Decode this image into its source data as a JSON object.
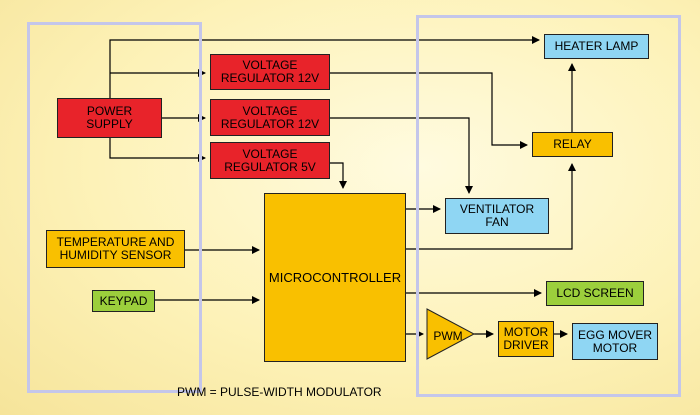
{
  "blocks": {
    "power_supply": "POWER\nSUPPLY",
    "regulator_12v_a": "VOLTAGE\nREGULATOR 12V",
    "regulator_12v_b": "VOLTAGE\nREGULATOR 12V",
    "regulator_5v": "VOLTAGE\nREGULATOR 5V",
    "microcontroller": "MICROCONTROLLER",
    "sensor": "TEMPERATURE AND\nHUMIDITY SENSOR",
    "keypad": "KEYPAD",
    "heater_lamp": "HEATER LAMP",
    "relay": "RELAY",
    "ventilator": "VENTILATOR\nFAN",
    "lcd": "LCD SCREEN",
    "pwm": "PWM",
    "motor_driver": "MOTOR\nDRIVER",
    "egg_motor": "EGG MOVER\nMOTOR"
  },
  "caption": "PWM = PULSE-WIDTH MODULATOR",
  "colors": {
    "supply_blocks": "#e8232a",
    "control_blocks": "#f9c000",
    "output_blocks": "#8fd6f3",
    "interface_blocks": "#9ccf3c",
    "group_outline": "#c4c6ea",
    "background": "#fdf2b8"
  }
}
